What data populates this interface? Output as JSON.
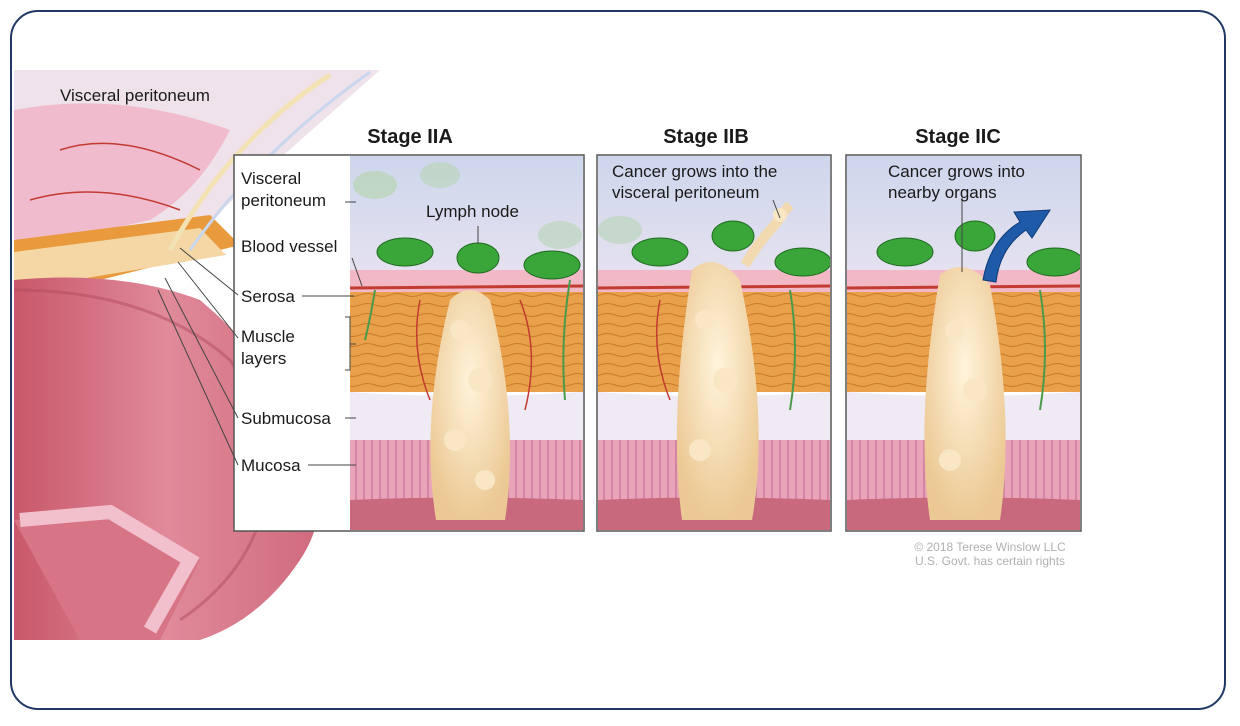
{
  "figure": {
    "top_label": "Visceral peritoneum",
    "stages": [
      {
        "title": "Stage IIA"
      },
      {
        "title": "Stage IIB",
        "annotation_line1": "Cancer grows into the",
        "annotation_line2": "visceral peritoneum"
      },
      {
        "title": "Stage IIC",
        "annotation_line1": "Cancer grows into",
        "annotation_line2": "nearby organs"
      }
    ],
    "layer_labels": {
      "visceral_1": "Visceral",
      "visceral_2": "peritoneum",
      "lymph_node": "Lymph node",
      "blood_vessel": "Blood vessel",
      "serosa": "Serosa",
      "muscle_1": "Muscle",
      "muscle_2": "layers",
      "submucosa": "Submucosa",
      "mucosa": "Mucosa"
    },
    "copyright_1": "© 2018 Terese Winslow LLC",
    "copyright_2": "U.S. Govt. has certain rights"
  },
  "colors": {
    "frame": "#1f3864",
    "serosa": "#f2b8c6",
    "muscle": "#e8a04a",
    "submucosa": "#eeeaf2",
    "mucosa": "#e89ab0",
    "tumor": "#f3d9b0",
    "lymph_node": "#3aa63a",
    "arrow": "#1e5aa8"
  }
}
